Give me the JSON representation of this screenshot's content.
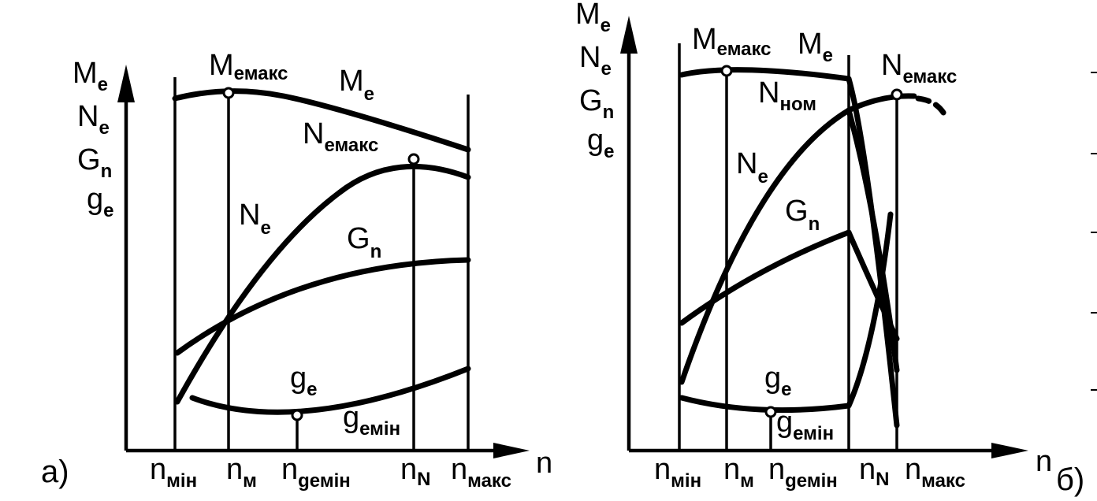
{
  "colors": {
    "ink": "#000000",
    "paper": "#ffffff"
  },
  "panels": {
    "a": {
      "tag": "а)",
      "y_axis_labels": [
        {
          "main": "M",
          "sub": "e"
        },
        {
          "main": "N",
          "sub": "e"
        },
        {
          "main": "G",
          "sub": "n"
        },
        {
          "main": "g",
          "sub": "e"
        }
      ],
      "x_axis_label": "n",
      "x_ticks": [
        {
          "main": "n",
          "sub": "мін"
        },
        {
          "main": "n",
          "sub": "м"
        },
        {
          "main": "n",
          "sub": "gемін"
        },
        {
          "main": "n",
          "sub": "N"
        },
        {
          "main": "n",
          "sub": "макс"
        }
      ],
      "curve_labels": {
        "me_max": {
          "main": "M",
          "sub": "емакс"
        },
        "me": {
          "main": "M",
          "sub": "e"
        },
        "ne_max": {
          "main": "N",
          "sub": "емакс"
        },
        "ne": {
          "main": "N",
          "sub": "e"
        },
        "gn": {
          "main": "G",
          "sub": "n"
        },
        "ge": {
          "main": "g",
          "sub": "e"
        },
        "ge_min": {
          "main": "g",
          "sub": "емін"
        }
      }
    },
    "b": {
      "tag": "б)",
      "y_axis_labels": [
        {
          "main": "M",
          "sub": "e"
        },
        {
          "main": "N",
          "sub": "e"
        },
        {
          "main": "G",
          "sub": "n"
        },
        {
          "main": "g",
          "sub": "e"
        }
      ],
      "x_axis_label": "n",
      "x_ticks": [
        {
          "main": "n",
          "sub": "мін"
        },
        {
          "main": "n",
          "sub": "м"
        },
        {
          "main": "n",
          "sub": "gемін"
        },
        {
          "main": "n",
          "sub": "N"
        },
        {
          "main": "n",
          "sub": "макс"
        }
      ],
      "curve_labels": {
        "me_max": {
          "main": "M",
          "sub": "емакс"
        },
        "me": {
          "main": "M",
          "sub": "e"
        },
        "ne_max": {
          "main": "N",
          "sub": "емакс"
        },
        "ne_nom": {
          "main": "N",
          "sub": "ном"
        },
        "ne": {
          "main": "N",
          "sub": "e"
        },
        "gn": {
          "main": "G",
          "sub": "n"
        },
        "ge": {
          "main": "g",
          "sub": "e"
        },
        "ge_min": {
          "main": "g",
          "sub": "емін"
        }
      }
    }
  }
}
